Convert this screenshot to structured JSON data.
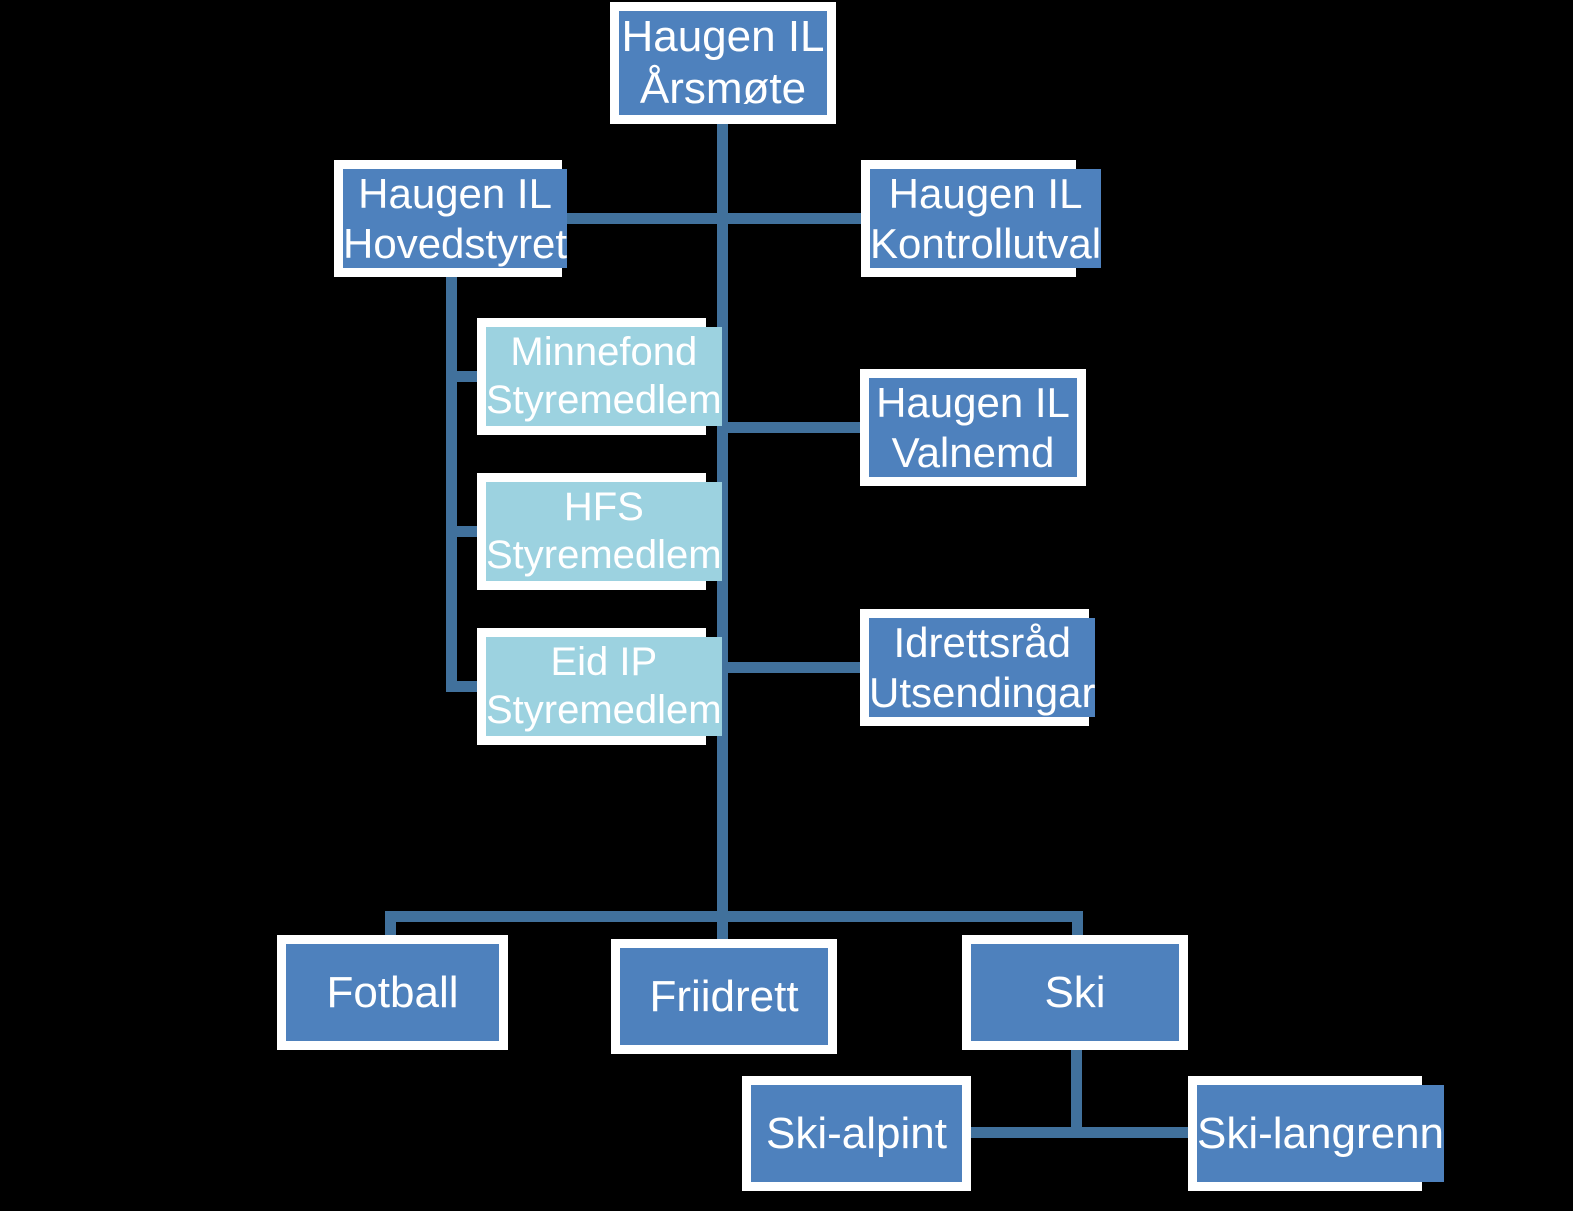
{
  "diagram": {
    "title": "Haugen IL organisasjonskart",
    "colors": {
      "background": "#000000",
      "box_dark": "#4E81BD",
      "box_light": "#9CD2E0",
      "box_border": "#FFFFFF",
      "connector": "#41719C",
      "text": "#FFFFFF"
    },
    "nodes": [
      {
        "id": "arsmote",
        "line1": "Haugen IL",
        "line2": "Årsmøte",
        "style": "dark"
      },
      {
        "id": "hovedstyret",
        "line1": "Haugen IL",
        "line2": "Hovedstyret",
        "style": "dark"
      },
      {
        "id": "kontrollutval",
        "line1": "Haugen IL",
        "line2": "Kontrollutval",
        "style": "dark"
      },
      {
        "id": "minnefond",
        "line1": "Minnefond",
        "line2": "Styremedlem",
        "style": "light"
      },
      {
        "id": "valnemd",
        "line1": "Haugen IL",
        "line2": "Valnemd",
        "style": "dark"
      },
      {
        "id": "hfs",
        "line1": "HFS",
        "line2": "Styremedlem",
        "style": "light"
      },
      {
        "id": "eidip",
        "line1": "Eid IP",
        "line2": "Styremedlem",
        "style": "light"
      },
      {
        "id": "idrettsrad",
        "line1": "Idrettsråd",
        "line2": "Utsendingar",
        "style": "dark"
      },
      {
        "id": "fotball",
        "line1": "Fotball",
        "line2": "",
        "style": "dark"
      },
      {
        "id": "friidrett",
        "line1": "Friidrett",
        "line2": "",
        "style": "dark"
      },
      {
        "id": "ski",
        "line1": "Ski",
        "line2": "",
        "style": "dark"
      },
      {
        "id": "ski_alpint",
        "line1": "Ski-alpint",
        "line2": "",
        "style": "dark"
      },
      {
        "id": "ski_langrenn",
        "line1": "Ski-langrenn",
        "line2": "",
        "style": "dark"
      }
    ]
  }
}
